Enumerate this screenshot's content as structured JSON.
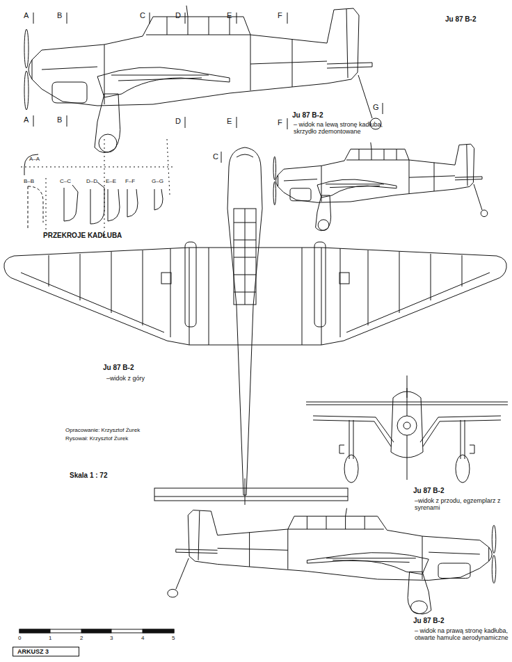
{
  "diagram": {
    "nodes": [
      {
        "text": [
          "ARKUSZ 3"
        ]
      }
    ],
    "labels": [
      "A",
      "B",
      "C",
      "D",
      "E",
      "F",
      "Ju 87 B-2",
      "A",
      "B",
      "D",
      "E",
      "F",
      "G",
      "Ju 87 B-2",
      "– widok na lewą stronę kadłuba, skrzydło zdemontowane",
      "C",
      "A–A",
      "B–B",
      "C–C",
      "D–D",
      "E–E",
      "F–F",
      "G–G",
      "PRZEKROJE KADŁUBA",
      "Ju 87 B-2",
      "–widok z góry",
      "Opracowanie: Krzysztof Żurek",
      "Rysował: Krzysztof Żurek",
      "Skala 1 : 72",
      "Ju 87 B-2",
      "–widok z przodu, egzemplarz z syrenami",
      "Ju 87 B-2",
      "– widok na prawą stronę kadłuba, otwarte hamulce aerodynamiczne",
      "0",
      "1",
      "2",
      "3",
      "4",
      "5"
    ]
  }
}
